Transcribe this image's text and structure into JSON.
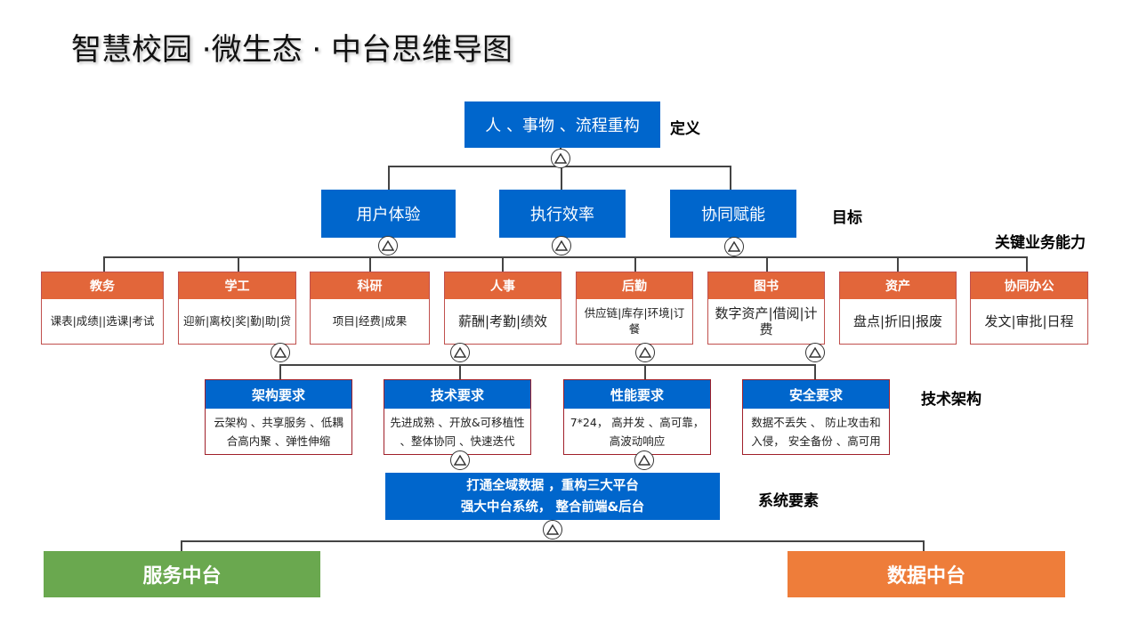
{
  "title": "智慧校园 ·微生态 · 中台思维导图",
  "definition": {
    "box": "人 、事物 、流程重构",
    "label": "定义"
  },
  "goals": {
    "label": "目标",
    "items": [
      "用户体验",
      "执行效率",
      "协同赋能"
    ]
  },
  "capabilities": {
    "label": "关键业务能力",
    "items": [
      {
        "title": "教务",
        "body": "课表|成绩||选课|考试"
      },
      {
        "title": "学工",
        "body": "迎新|离校|奖|勤|助|贷"
      },
      {
        "title": "科研",
        "body": "项目|经费|成果"
      },
      {
        "title": "人事",
        "body": "薪酬|考勤|绩效"
      },
      {
        "title": "后勤",
        "body": "供应链|库存|环境|订餐"
      },
      {
        "title": "图书",
        "body": "数字资产|借阅|计费"
      },
      {
        "title": "资产",
        "body": "盘点|折旧|报废"
      },
      {
        "title": "协同办公",
        "body": "发文|审批|日程"
      }
    ]
  },
  "tech": {
    "label": "技术架构",
    "items": [
      {
        "title": "架构要求",
        "body": "云架构 、共享服务 、低耦合高内聚 、弹性伸缩"
      },
      {
        "title": "技术要求",
        "body": "先进成熟 、开放&可移植性 、整体协同 、快速迭代"
      },
      {
        "title": "性能要求",
        "body": "7*24， 高并发 、高可靠， 高波动响应"
      },
      {
        "title": "安全要求",
        "body": "数据不丢失 、 防止攻击和入侵， 安全备份 、高可用"
      }
    ]
  },
  "system": {
    "label": "系统要素",
    "line1": "打通全域数据 ，重构三大平台",
    "line2": "强大中台系统， 整合前端&后台"
  },
  "platforms": {
    "left": "服务中台",
    "right": "数据中台"
  },
  "colors": {
    "blue": "#0066cc",
    "orange_head": "#e2663a",
    "green": "#6aa84f",
    "orange": "#ee7d3a"
  }
}
